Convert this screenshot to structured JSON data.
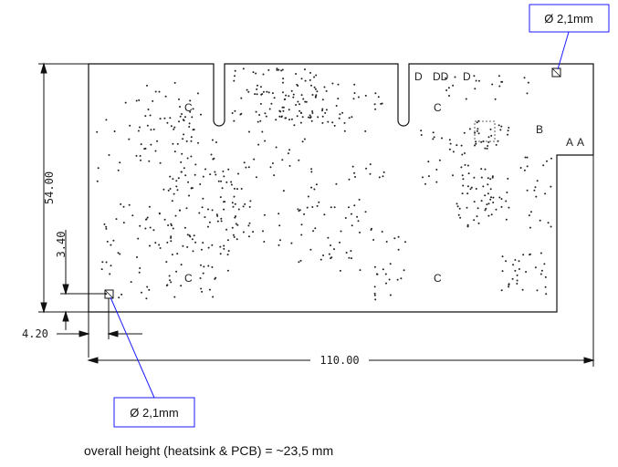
{
  "dimensions": {
    "height": "54.00",
    "hole_offset_y": "3.40",
    "hole_offset_x": "4.20",
    "width": "110.00"
  },
  "callouts": {
    "top_right_hole": "Ø 2,1mm",
    "bottom_left_hole": "Ø 2,1mm"
  },
  "zone_labels": [
    {
      "id": "c1",
      "text": "C"
    },
    {
      "id": "c2",
      "text": "C"
    },
    {
      "id": "c3",
      "text": "C"
    },
    {
      "id": "c4",
      "text": "C"
    },
    {
      "id": "d1",
      "text": "D"
    },
    {
      "id": "d2",
      "text": "DD"
    },
    {
      "id": "d3",
      "text": "D"
    },
    {
      "id": "b1",
      "text": "B"
    },
    {
      "id": "a1",
      "text": "A"
    },
    {
      "id": "a2",
      "text": "A"
    }
  ],
  "footer_note": "overall height (heatsink & PCB) = ~23,5 mm",
  "colors": {
    "line": "#111111",
    "callout_border": "#1a1aff",
    "callout_leader": "#1a1aff"
  }
}
